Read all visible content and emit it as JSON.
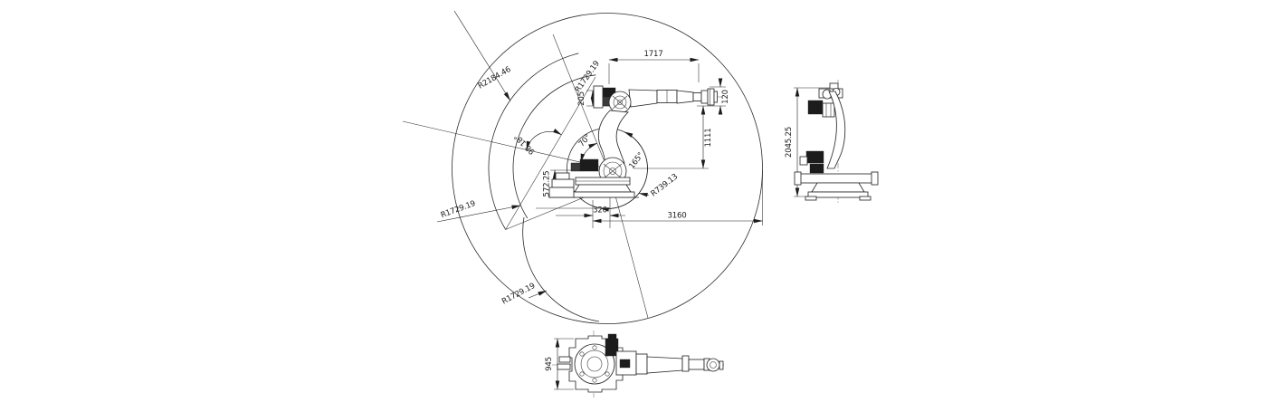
{
  "front_view": {
    "dims": {
      "forearm_length": "1717",
      "wrist_offset": "205",
      "flange_height": "120",
      "arm_drop": "1111",
      "axis_offset": "320",
      "max_reach": "3160",
      "base_height": "572.25"
    },
    "angles": {
      "back_limit": "70°",
      "back_sweep": "98.18°",
      "wrist_sweep": "165°"
    },
    "radii": {
      "min_envelope": "R739.13",
      "back_envelope_top": "R1729.19",
      "outer_envelope": "R2184.46",
      "back_envelope_left": "R1729.19",
      "lower_envelope": "R1729.19"
    }
  },
  "side_view": {
    "dims": {
      "overall_height": "2045.25"
    }
  },
  "top_view": {
    "dims": {
      "base_width": "945"
    }
  },
  "colors": {
    "ink": "#1c1c1c",
    "background": "#ffffff"
  }
}
